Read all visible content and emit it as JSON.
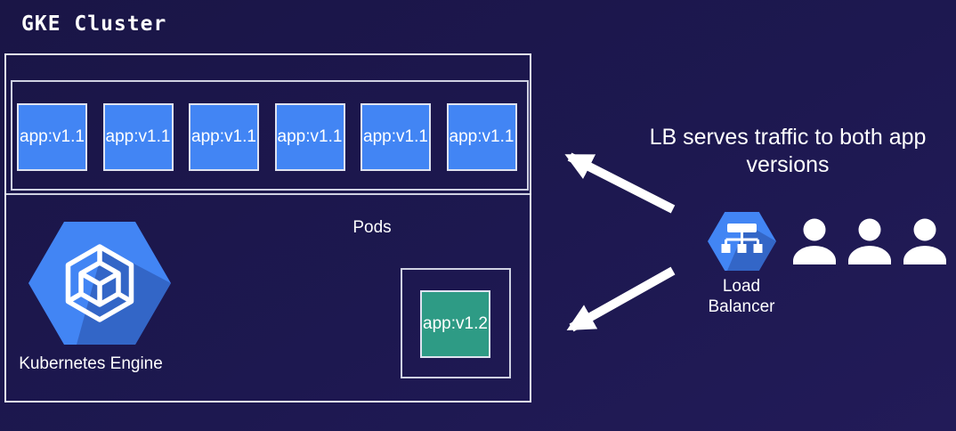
{
  "title": "GKE Cluster",
  "cluster": {
    "pods_label": "Pods",
    "v1_pods": [
      "app:v1.1",
      "app:v1.1",
      "app:v1.1",
      "app:v1.1",
      "app:v1.1",
      "app:v1.1"
    ],
    "v2_pod": "app:v1.2",
    "engine_label": "Kubernetes Engine"
  },
  "load_balancer": {
    "label": "Load Balancer",
    "caption": "LB serves traffic to both app versions",
    "user_count": 3
  },
  "icons": {
    "kubernetes_engine": "hexagon-cube-icon",
    "load_balancer": "hexagon-network-icon",
    "users": "user-icon",
    "arrows": "white-traffic-arrows"
  },
  "colors": {
    "background_top": "#1a1546",
    "background_bottom": "#221b58",
    "pod_v1": "#4285F4",
    "pod_v2": "#2E9B85",
    "hexagon": "#4285F4",
    "border": "#DFE0EC",
    "text": "#FFFFFF"
  }
}
